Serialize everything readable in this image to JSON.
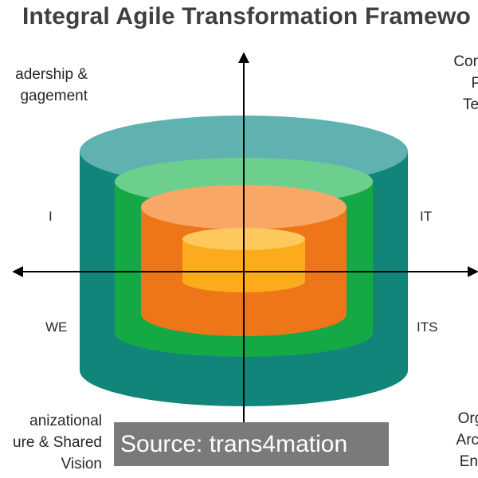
{
  "title": "Integral Agile Transformation Framewo",
  "corner_labels": {
    "top_left": [
      "adership &",
      "gagement"
    ],
    "top_right": [
      "Competen",
      "Product",
      "Technolo"
    ],
    "bottom_left": [
      "anizational",
      "ure & Shared",
      "Vision"
    ],
    "bottom_right": [
      "Organizat",
      "Architectu",
      "Environm"
    ]
  },
  "quadrants": {
    "upper_left": "I",
    "upper_right": "IT",
    "lower_left": "WE",
    "lower_right": "ITS"
  },
  "source": "Source: trans4mation",
  "colors": {
    "outer_body": "#12857a",
    "outer_top": "#5fb2b0",
    "green_body": "#14a945",
    "green_top": "#6dcf8e",
    "orange_body": "#ee7518",
    "orange_top": "#f8a766",
    "yellow_body": "#fbab1b",
    "yellow_top": "#fdc85c",
    "axes": "#000000"
  }
}
